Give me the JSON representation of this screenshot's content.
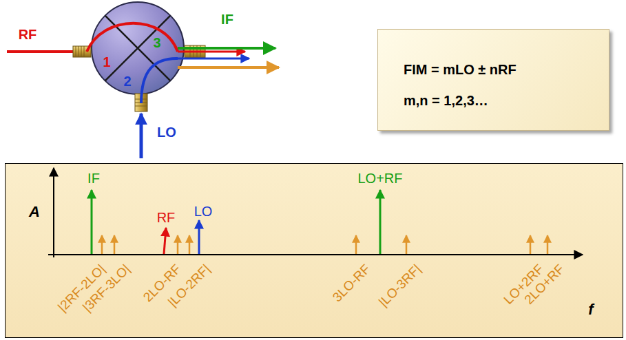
{
  "diagram": {
    "nodes": [
      {
        "text": [
          "1",
          "2",
          "3"
        ]
      },
      {
        "text": [
          "FIM = mLO ± nRF",
          "m,n = 1,2,3…"
        ]
      },
      {
        "text": [
          "A",
          "f"
        ]
      }
    ],
    "labels": [
      "RF",
      "IF",
      "LO",
      "IF",
      "RF",
      "LO",
      "LO+RF",
      "|2RF-2LO|",
      "|3RF-3LO|",
      "2LO-RF",
      "|LO-2RF|",
      "3LO-RF",
      "|LO-3RF|",
      "LO+2RF",
      "2LO+RF"
    ]
  }
}
